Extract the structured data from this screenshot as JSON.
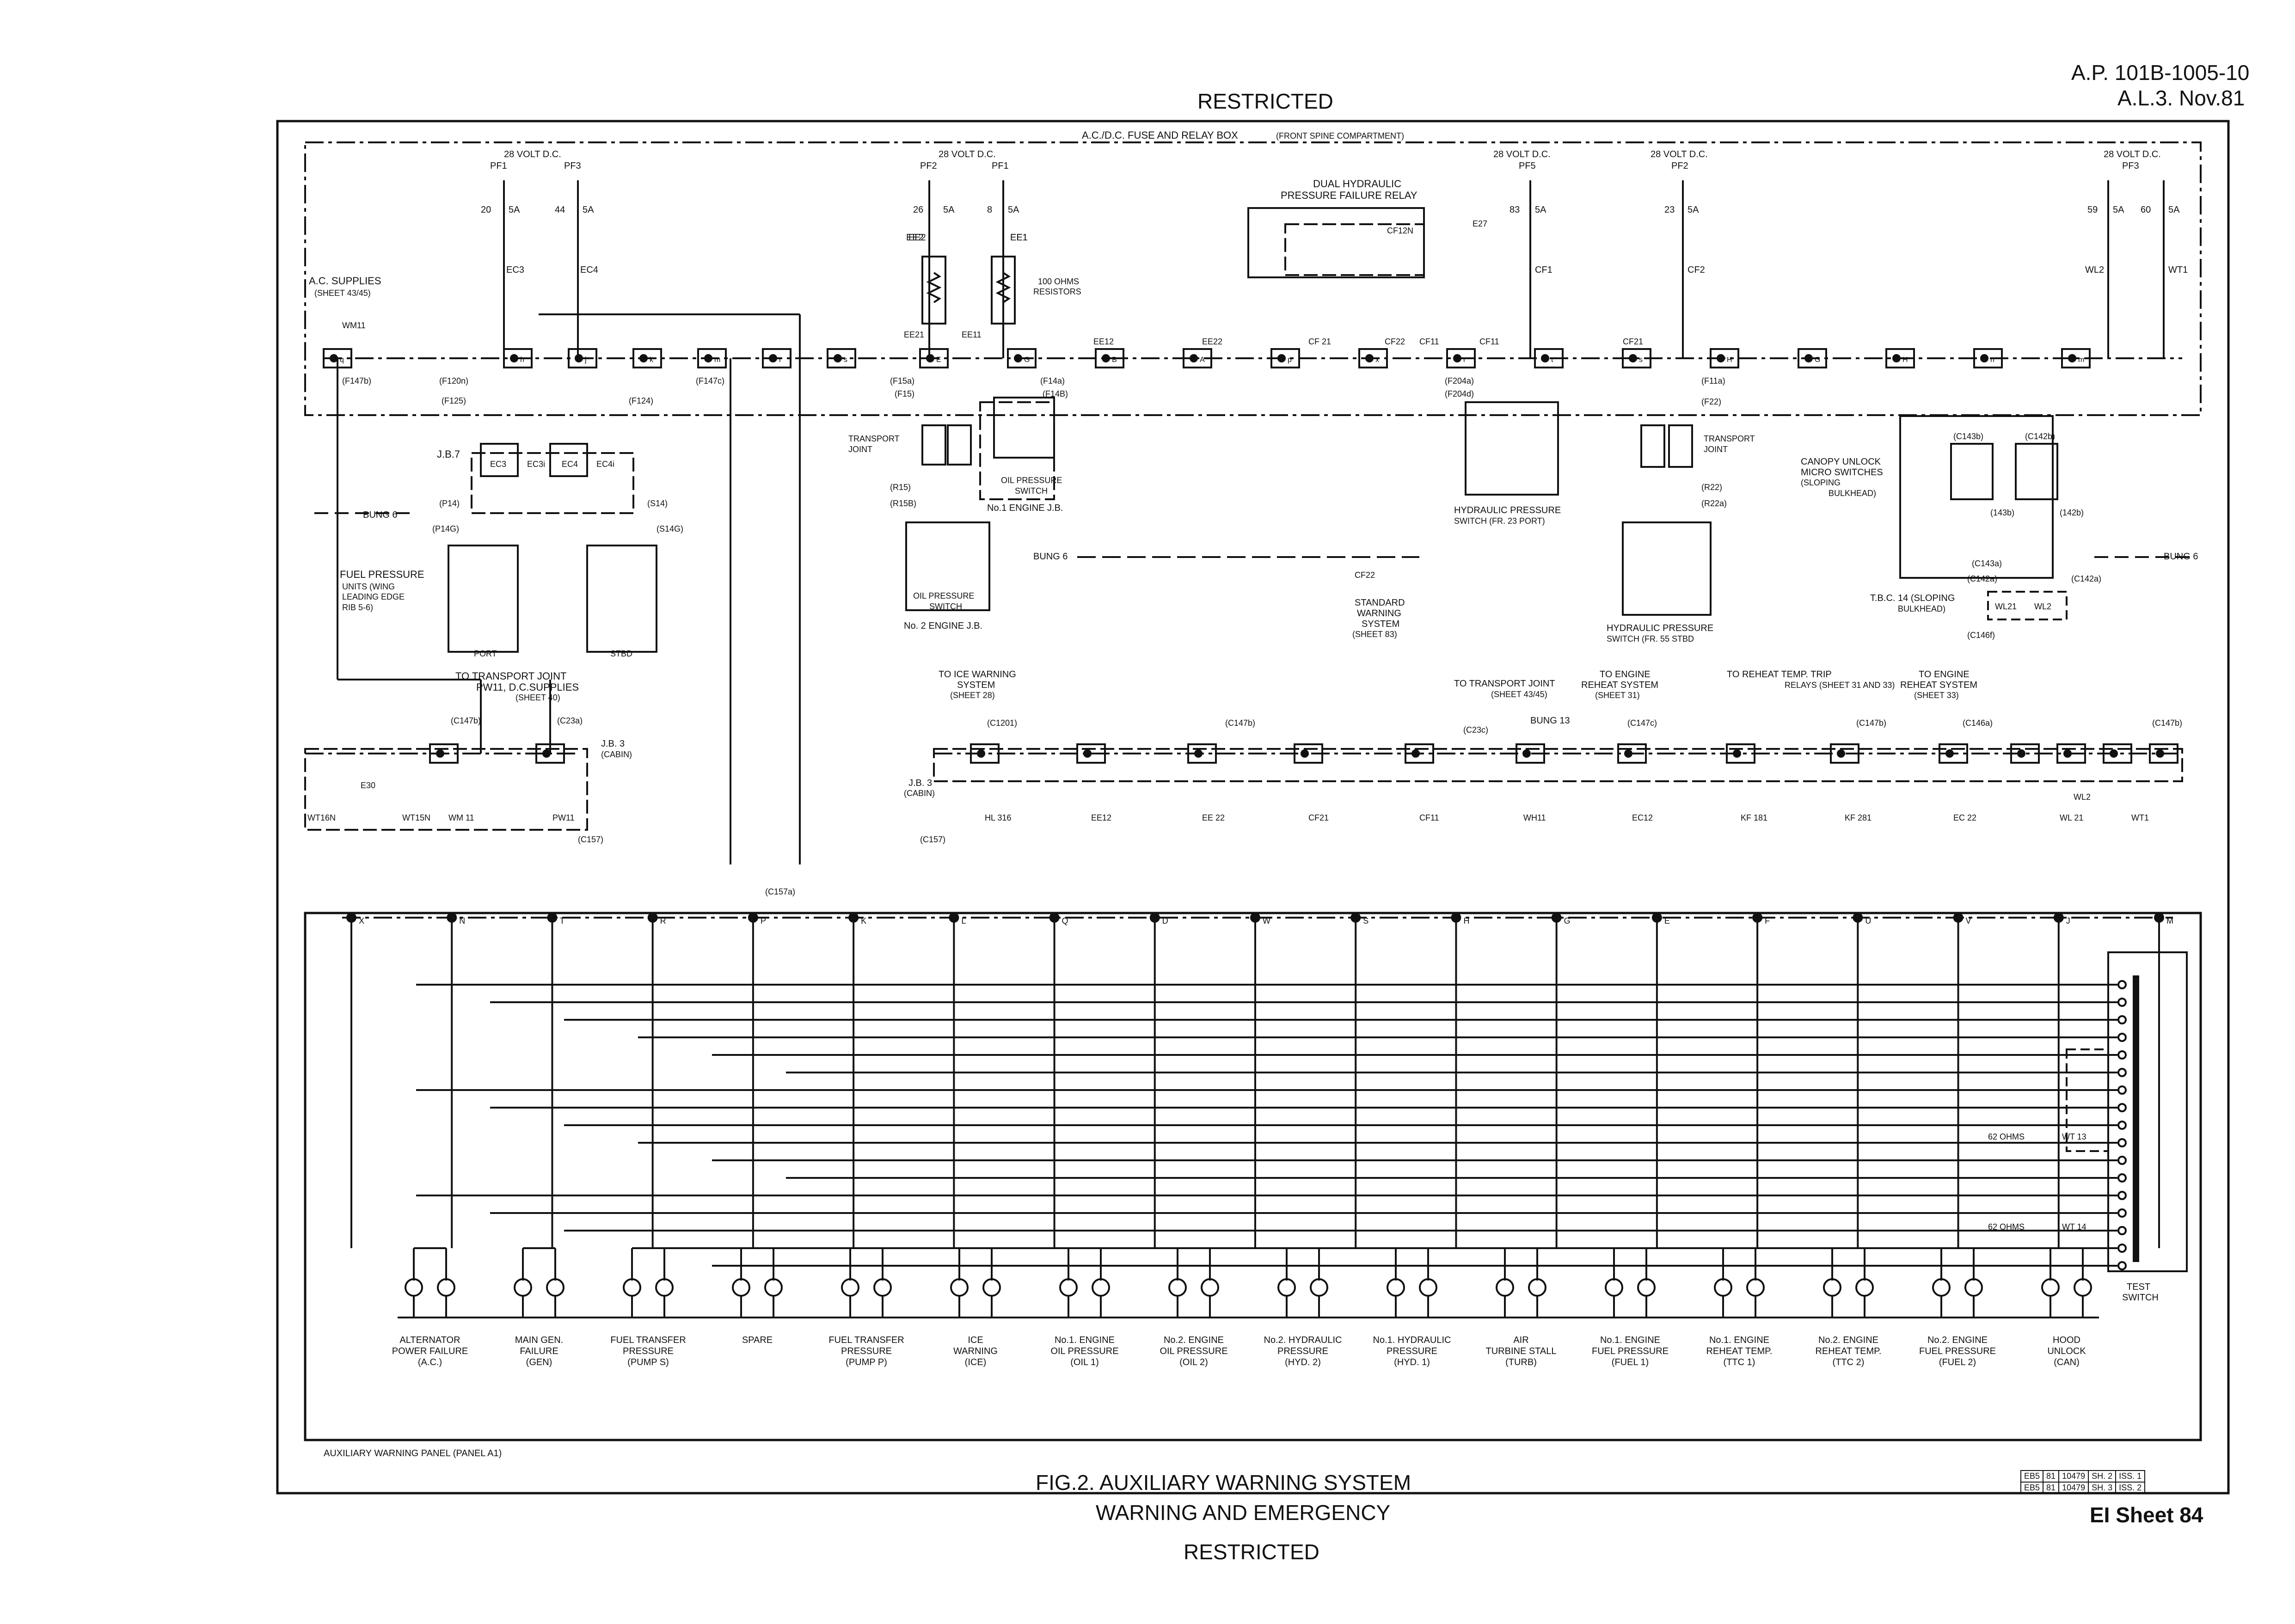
{
  "header": {
    "restricted_top": "RESTRICTED",
    "ref_line1": "A.P. 101B-1005-10",
    "ref_line2": "A.L.3. Nov.81"
  },
  "footer": {
    "fig_title": "FIG.2. AUXILIARY WARNING SYSTEM",
    "section": "WARNING AND EMERGENCY",
    "restricted_bottom": "RESTRICTED",
    "sheet": "EI Sheet 84",
    "panel_label": "AUXILIARY WARNING PANEL (PANEL A1)",
    "drawing_refs": [
      [
        "EB5",
        "81",
        "10479",
        "SH. 2",
        "ISS. 1"
      ],
      [
        "EB5",
        "81",
        "10479",
        "SH. 3",
        "ISS. 2"
      ]
    ]
  },
  "fuse_box": {
    "title": "A.C./D.C. FUSE AND RELAY BOX",
    "subtitle": "(FRONT SPINE COMPARTMENT)"
  },
  "supplies": [
    {
      "volts": "28 VOLT D.C.",
      "fuses": [
        "PF1",
        "PF3"
      ],
      "ratings": [
        "20",
        "5A",
        "44",
        "5A"
      ],
      "cables": [
        "EC3",
        "EC4"
      ]
    },
    {
      "volts": "28 VOLT D.C.",
      "fuses": [
        "PF2",
        "PF1"
      ],
      "ratings": [
        "26",
        "5A",
        "8",
        "5A"
      ],
      "cables": [
        "EE2",
        "EE1"
      ]
    },
    {
      "volts": "28 VOLT D.C.",
      "fuses": [
        "PF5"
      ],
      "ratings": [
        "83",
        "5A"
      ],
      "cables": [
        "CF1"
      ]
    },
    {
      "volts": "28 VOLT D.C.",
      "fuses": [
        "PF2"
      ],
      "ratings": [
        "23",
        "5A"
      ],
      "cables": [
        "CF2"
      ]
    },
    {
      "volts": "28 VOLT D.C.",
      "fuses": [
        "PF3"
      ],
      "ratings": [
        "59",
        "5A",
        "60",
        "5A"
      ],
      "cables": [
        "WL2",
        "WT1"
      ]
    }
  ],
  "labels": {
    "ac_supplies": "A.C. SUPPLIES",
    "ac_sheet": "(SHEET 43/45)",
    "wm11": "WM11",
    "f147b": "(F147b)",
    "f120n": "(F120n)",
    "f125": "(F125)",
    "f124": "(F124)",
    "f147c": "(F147c)",
    "jb7": "J.B.7",
    "ec3": "EC3",
    "ec3i": "EC3i",
    "ec4": "EC4",
    "ec4i": "EC4i",
    "p14": "(P14)",
    "p14g": "(P14G)",
    "s14": "(S14)",
    "s14g": "(S14G)",
    "bung6": "BUNG 6",
    "fuel_pressure_units": "FUEL PRESSURE",
    "fuel_pressure_units2": "UNITS (WING",
    "fuel_pressure_units3": "LEADING EDGE",
    "fuel_pressure_units4": "RIB 5-6)",
    "port": "PORT",
    "stbd": "STBD",
    "to_transport_joint": "TO TRANSPORT JOINT",
    "pw11_supplies": "PW11, D.C.SUPPLIES",
    "sheet40": "(SHEET 40)",
    "c147b": "(C147b)",
    "c23a": "(C23a)",
    "jb3": "J.B. 3",
    "cabin": "(CABIN)",
    "e30": "E30",
    "wt16n": "WT16N",
    "wt15n": "WT15N",
    "wm11b": "WM 11",
    "pw11": "PW11",
    "c157": "(C157)",
    "c157a": "(C157a)",
    "ee2": "EE2",
    "ee1": "EE1",
    "resistors": "100 OHMS",
    "resistors2": "RESISTORS",
    "ee21": "EE21",
    "ee11": "EE11",
    "ee12": "EE12",
    "ee22": "EE22",
    "f15a": "(F15a)",
    "f15": "(F15)",
    "f14a": "(F14a)",
    "f14b": "(F14B)",
    "transport_joint": "TRANSPORT",
    "transport_joint2": "JOINT",
    "oil_pressure_switch": "OIL PRESSURE",
    "oil_pressure_switch2": "SWITCH",
    "no1_engine_jb": "No.1 ENGINE J.B.",
    "r15": "(R15)",
    "r15b": "(R15B)",
    "no2_engine_jb": "No. 2 ENGINE J.B.",
    "dual_hydraulic": "DUAL HYDRAULIC",
    "pressure_failure_relay": "PRESSURE FAILURE RELAY",
    "cf12n": "CF12N",
    "e27": "E27",
    "cf21": "CF 21",
    "cf22": "CF22",
    "cf11": "CF11",
    "cf21b": "CF21",
    "f204a": "(F204a)",
    "f204d": "(F204d)",
    "hyd_switch_port": "HYDRAULIC PRESSURE",
    "hyd_switch_port2": "SWITCH (FR. 23 PORT)",
    "f11a": "(F11a)",
    "f22": "(F22)",
    "r22": "(R22)",
    "r22a": "(R22a)",
    "hyd_switch_stbd": "HYDRAULIC PRESSURE",
    "hyd_switch_stbd2": "SWITCH (FR. 55 STBD",
    "standard_warning": "STANDARD",
    "standard_warning2": "WARNING",
    "standard_warning3": "SYSTEM",
    "standard_warning4": "(SHEET 83)",
    "cf22b": "CF22",
    "canopy_unlock": "CANOPY UNLOCK",
    "canopy_unlock2": "MICRO SWITCHES",
    "canopy_unlock3": "(SLOPING",
    "canopy_unlock4": "BULKHEAD)",
    "c143b": "(C143b)",
    "c142b": "(C142b)",
    "c143b2": "(143b)",
    "c142b2": "(142b)",
    "c143a": "(C143a)",
    "c142a": "(C142a)",
    "c142a2": "(C142a)",
    "tbc14": "T.B.C. 14 (SLOPING",
    "tbc14b": "BULKHEAD)",
    "wl21": "WL21",
    "wl2": "WL2",
    "c146f": "(C146f)",
    "to_ice": "TO ICE WARNING",
    "to_ice2": "SYSTEM",
    "to_ice3": "(SHEET 28)",
    "c1201": "(C1201)",
    "c147b2": "(C147b)",
    "to_tj2": "TO TRANSPORT JOINT",
    "to_tj2b": "(SHEET 43/45)",
    "bung13": "BUNG 13",
    "c23c": "(C23c)",
    "to_eng_reheat": "TO ENGINE",
    "to_eng_reheat2": "REHEAT SYSTEM",
    "to_eng_reheat3": "(SHEET 31)",
    "c147c": "(C147c)",
    "to_reheat_trip": "TO REHEAT TEMP. TRIP",
    "to_reheat_trip2": "RELAYS (SHEET 31 AND 33)",
    "c147b3": "(C147b)",
    "to_eng_reheat33": "TO ENGINE",
    "to_eng_reheat33b": "REHEAT SYSTEM",
    "to_eng_reheat33c": "(SHEET 33)",
    "c146a": "(C146a)",
    "hl316": "HL 316",
    "ee12b": "EE12",
    "ee22b": "EE 22",
    "cf21c": "CF21",
    "cf11b": "CF11",
    "wh11": "WH11",
    "ec12": "EC12",
    "kf181": "KF 181",
    "kf281": "KF 281",
    "ec22": "EC 22",
    "wl21b": "WL 21",
    "wt1b": "WT1",
    "wl2b": "WL2",
    "jb3b": "J.B. 3",
    "cabin2": "(CABIN)",
    "c157b": "(C157)",
    "wt13": "WT 13",
    "wt14": "WT 14",
    "ohms62a": "62 OHMS",
    "ohms62b": "62 OHMS",
    "test_switch": "TEST",
    "test_switch2": "SWITCH"
  },
  "panel_pins": [
    "X",
    "N",
    "T",
    "R",
    "P",
    "K",
    "L",
    "Q",
    "D",
    "W",
    "S",
    "H",
    "G",
    "E",
    "F",
    "U",
    "V",
    "J",
    "M"
  ],
  "top_pins_a": [
    "q",
    "h",
    "j",
    "k",
    "m",
    "r",
    "s"
  ],
  "top_pins_b": [
    "E",
    "G",
    "B",
    "A",
    "p",
    "x",
    "r",
    "t",
    "s",
    "H",
    "G",
    "H",
    "n",
    "m"
  ],
  "warnings": [
    {
      "l1": "ALTERNATOR",
      "l2": "POWER FAILURE",
      "l3": "(A.C.)"
    },
    {
      "l1": "MAIN GEN.",
      "l2": "FAILURE",
      "l3": "(GEN)"
    },
    {
      "l1": "FUEL TRANSFER",
      "l2": "PRESSURE",
      "l3": "(PUMP S)"
    },
    {
      "l1": "SPARE",
      "l2": "",
      "l3": ""
    },
    {
      "l1": "FUEL TRANSFER",
      "l2": "PRESSURE",
      "l3": "(PUMP P)"
    },
    {
      "l1": "ICE",
      "l2": "WARNING",
      "l3": "(ICE)"
    },
    {
      "l1": "No.1. ENGINE",
      "l2": "OIL PRESSURE",
      "l3": "(OIL 1)"
    },
    {
      "l1": "No.2. ENGINE",
      "l2": "OIL PRESSURE",
      "l3": "(OIL 2)"
    },
    {
      "l1": "No.2. HYDRAULIC",
      "l2": "PRESSURE",
      "l3": "(HYD. 2)"
    },
    {
      "l1": "No.1. HYDRAULIC",
      "l2": "PRESSURE",
      "l3": "(HYD. 1)"
    },
    {
      "l1": "AIR",
      "l2": "TURBINE STALL",
      "l3": "(TURB)"
    },
    {
      "l1": "No.1. ENGINE",
      "l2": "FUEL PRESSURE",
      "l3": "(FUEL 1)"
    },
    {
      "l1": "No.1. ENGINE",
      "l2": "REHEAT TEMP.",
      "l3": "(TTC 1)"
    },
    {
      "l1": "No.2. ENGINE",
      "l2": "REHEAT TEMP.",
      "l3": "(TTC 2)"
    },
    {
      "l1": "No.2. ENGINE",
      "l2": "FUEL PRESSURE",
      "l3": "(FUEL 2)"
    },
    {
      "l1": "HOOD",
      "l2": "UNLOCK",
      "l3": "(CAN)"
    }
  ],
  "colors": {
    "ink": "#111111",
    "paper": "#ffffff"
  }
}
